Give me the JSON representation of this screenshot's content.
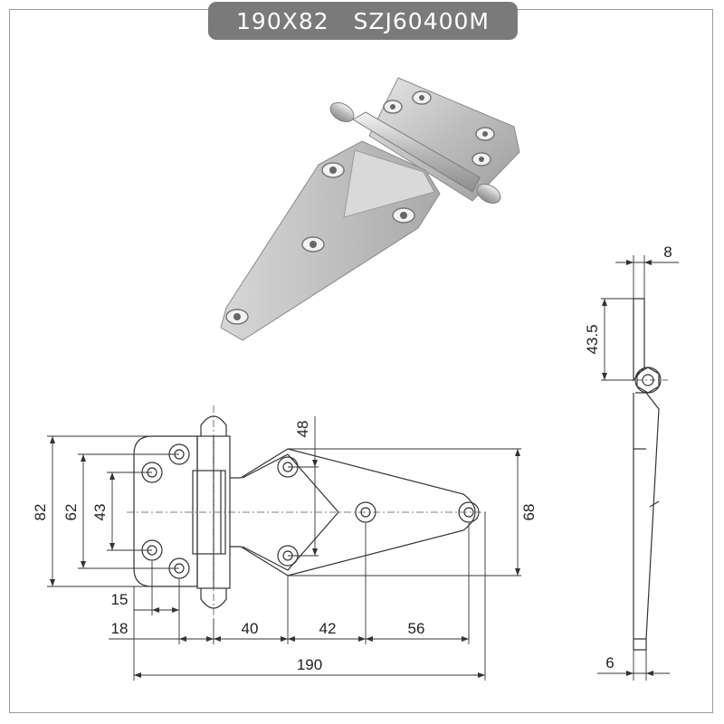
{
  "title": {
    "size": "190X82",
    "model": "SZJ60400M"
  },
  "product_photo": {
    "alt": "stainless steel T-hinge"
  },
  "front_view": {
    "dims": {
      "overall_height": "82",
      "hole_span_outer": "62",
      "hole_span_inner": "43",
      "leaf_width": "48",
      "leaf_height": "68",
      "edge_offset": "15",
      "pin_offset": "18",
      "seg_1": "40",
      "seg_2": "42",
      "seg_3": "56",
      "overall_length": "190"
    }
  },
  "side_view": {
    "dims": {
      "top_thickness": "8",
      "pin_height": "43.5",
      "bottom_thickness": "6"
    }
  },
  "colors": {
    "badge": "#7a7a7a",
    "line": "#333333",
    "steel": "#c9c9c9"
  }
}
